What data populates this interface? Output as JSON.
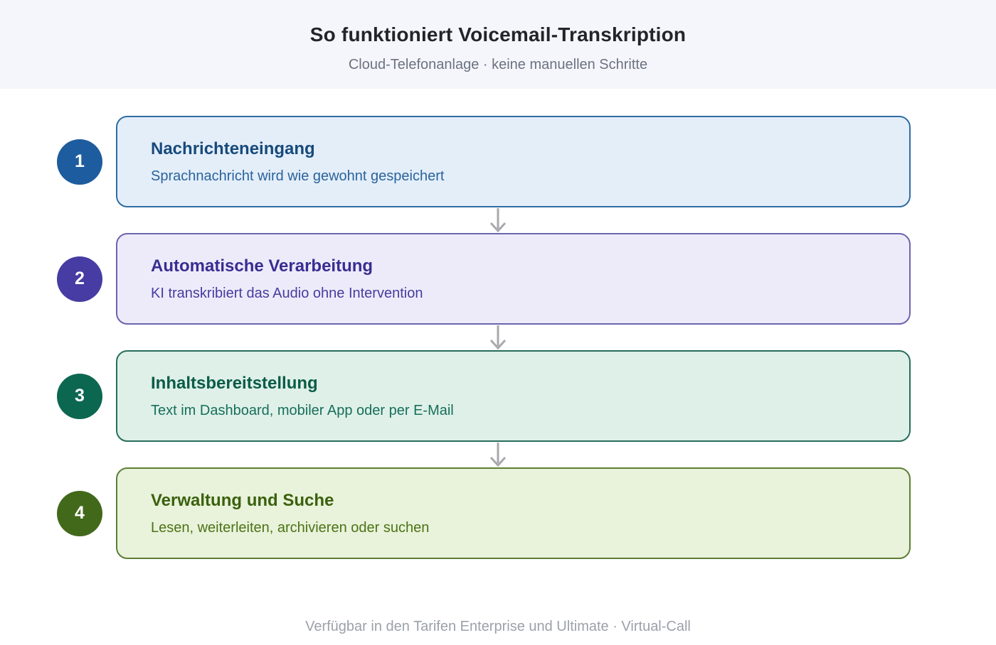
{
  "header": {
    "title": "So funktioniert Voicemail-Transkription",
    "subtitle": "Cloud-Telefonanlage · keine manuellen Schritte"
  },
  "steps": [
    {
      "number": "1",
      "title": "Nachrichteneingang",
      "description": "Sprachnachricht wird wie gewohnt gespeichert",
      "colors": {
        "badge": "#1d5c9e",
        "border": "#2e6da3",
        "background": "#e4eef9",
        "title": "#174a7c",
        "description": "#2a639c"
      }
    },
    {
      "number": "2",
      "title": "Automatische Verarbeitung",
      "description": "KI transkribiert das Audio ohne Intervention",
      "colors": {
        "badge": "#473ca3",
        "border": "#6c64ad",
        "background": "#edebfa",
        "title": "#372e91",
        "description": "#473c9e"
      }
    },
    {
      "number": "3",
      "title": "Inhaltsbereitstellung",
      "description": "Text im Dashboard, mobiler App oder per E-Mail",
      "colors": {
        "badge": "#0c6751",
        "border": "#276e5b",
        "background": "#dff0e9",
        "title": "#0a5c47",
        "description": "#166f59"
      }
    },
    {
      "number": "4",
      "title": "Verwaltung und Suche",
      "description": "Lesen, weiterleiten, archivieren oder suchen",
      "colors": {
        "badge": "#42691a",
        "border": "#5d7e35",
        "background": "#e9f2da",
        "title": "#3a610e",
        "description": "#4b7317"
      }
    }
  ],
  "arrow": {
    "color": "#a9a9ad"
  },
  "footer": {
    "note": "Verfügbar in den Tarifen Enterprise und Ultimate · Virtual-Call"
  }
}
